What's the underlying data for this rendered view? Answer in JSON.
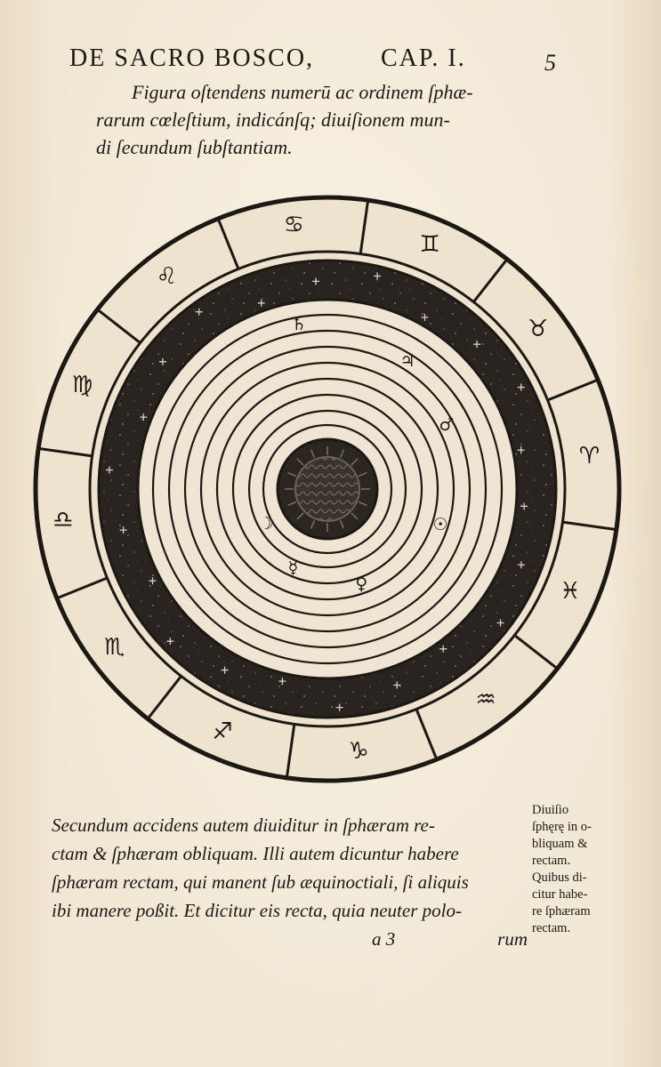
{
  "running_head": {
    "title": "DE SACRO BOSCO,",
    "chapter": "CAP. I.",
    "page_number": "5"
  },
  "caption": {
    "lines": [
      "Figura oſtendens numerū ac ordinem ſphæ-",
      "rarum cœleſtium, indicánſq; diuiſionem mun-",
      "di ſecundum ſubſtantiam."
    ]
  },
  "figure": {
    "planet_symbols": [
      "♄",
      "♃",
      "♂",
      "☉",
      "♀",
      "☿",
      "☽"
    ],
    "zodiac_symbols": [
      "♋",
      "♊",
      "♉",
      "♈",
      "♓",
      "♒",
      "♑",
      "♐",
      "♏",
      "♎",
      "♍",
      "♌"
    ]
  },
  "body": {
    "lines": [
      "Secundum accidens autem diuiditur in ſphæram re-",
      "ctam & ſphæram obliquam. Illi autem dicuntur habere",
      "ſphæram rectam, qui manent ſub æquinoctiali, ſi aliquis",
      "ibi manere poßit. Et dicitur eis recta, quia neuter polo-"
    ],
    "signature": "a 3",
    "catchword": "rum"
  },
  "marginal_note": {
    "lines": [
      "Diuiſio",
      "ſphęrę in o-",
      "bliquam &",
      "rectam.",
      "Quibus di-",
      "citur habe-",
      "re ſphæram",
      "rectam."
    ]
  }
}
